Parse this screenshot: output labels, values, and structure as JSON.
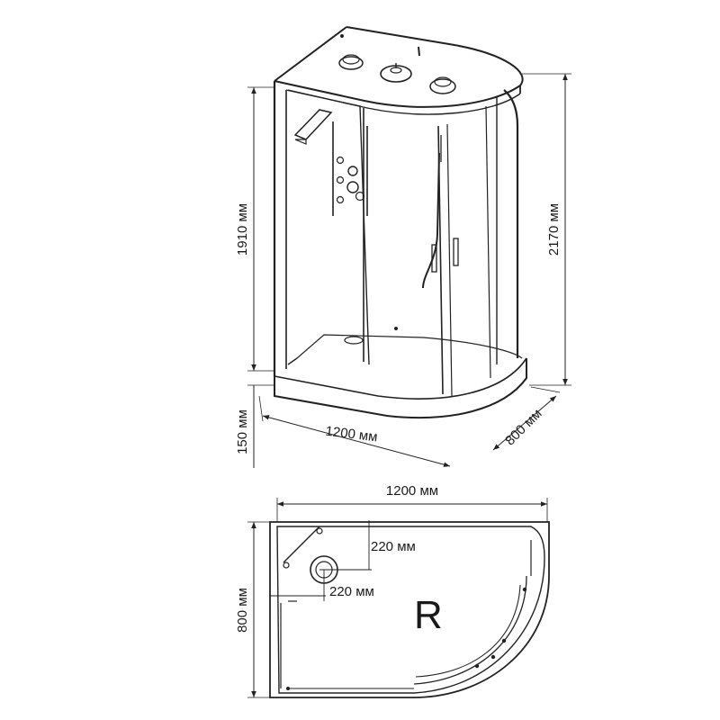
{
  "elevation": {
    "inner_height": "1910 мм",
    "total_height": "2170 мм",
    "tray_height": "150 мм",
    "width": "1200 мм",
    "depth": "800 мм"
  },
  "plan": {
    "width": "1200 мм",
    "depth": "800 мм",
    "drain_offset_y": "220 мм",
    "drain_offset_x": "220 мм",
    "orientation": "R"
  }
}
